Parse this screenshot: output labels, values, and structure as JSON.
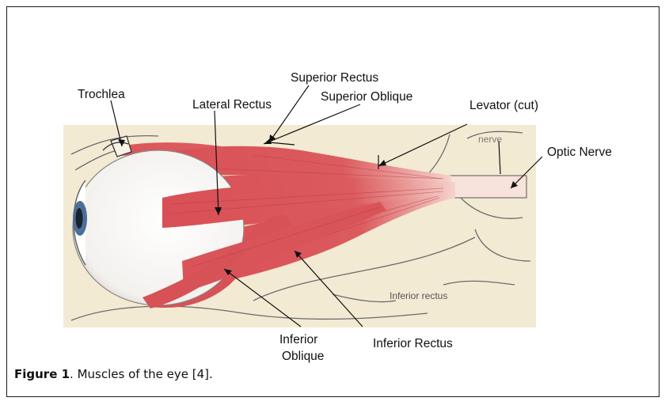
{
  "labels": {
    "trochlea": "Trochlea",
    "lateral_rectus": "Lateral Rectus",
    "superior_rectus": "Superior Rectus",
    "superior_oblique": "Superior Oblique",
    "levator": "Levator (cut)",
    "optic_nerve": "Optic Nerve",
    "inferior_oblique_1": "Inferior",
    "inferior_oblique_2": "Oblique",
    "inferior_rectus": "Inferior Rectus",
    "nerve_small": "nerve",
    "inferior_rectus_small": "Inferior rectus"
  },
  "caption": {
    "figure": "Figure 1",
    "text": ".  Muscles of the eye [4]."
  },
  "colors": {
    "background": "#f3ead3",
    "muscle": "#d9565b",
    "muscle_light": "#f2b9b4",
    "eyeball": "#ffffff",
    "iris": "#4d6f95"
  }
}
